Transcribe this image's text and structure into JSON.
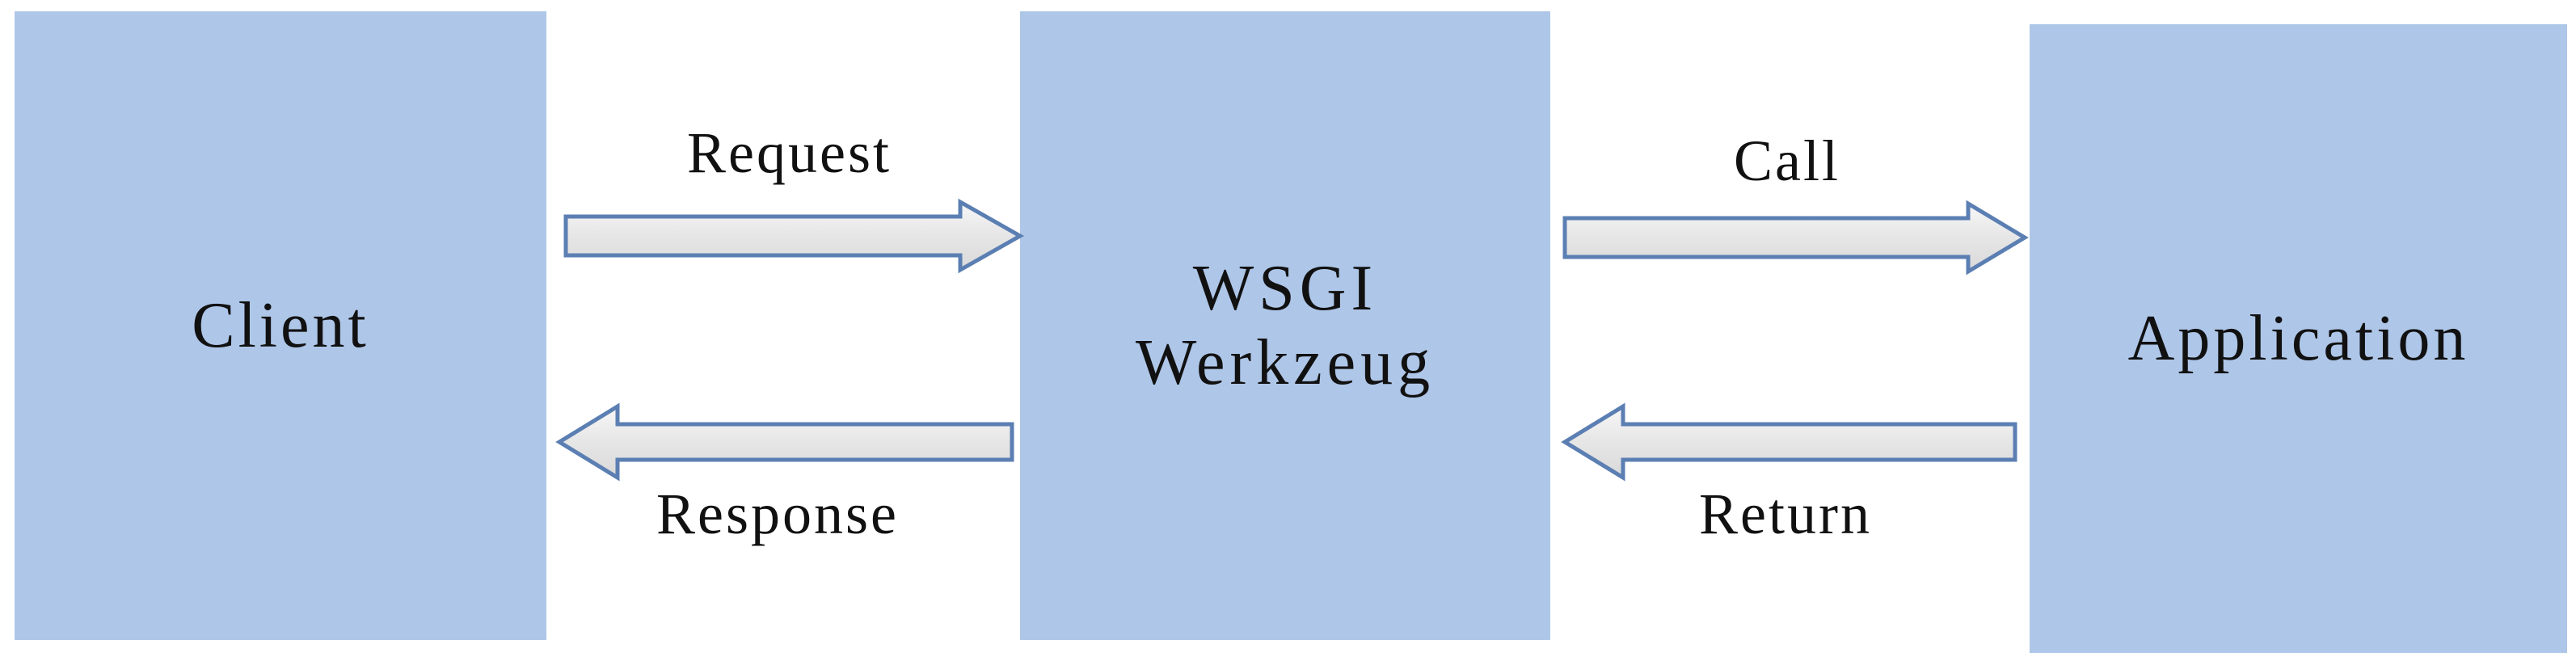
{
  "nodes": {
    "client": {
      "label": "Client"
    },
    "wsgi": {
      "line1": "WSGI",
      "line2": "Werkzeug"
    },
    "application": {
      "label": "Application"
    }
  },
  "edges": {
    "request": {
      "label": "Request",
      "direction": "right"
    },
    "response": {
      "label": "Response",
      "direction": "left"
    },
    "call": {
      "label": "Call",
      "direction": "right"
    },
    "return": {
      "label": "Return",
      "direction": "left"
    }
  },
  "colors": {
    "box_fill": "#aec6e8",
    "arrow_fill": "#ebebeb",
    "arrow_stroke": "#5b7fb3",
    "text": "#111111"
  }
}
